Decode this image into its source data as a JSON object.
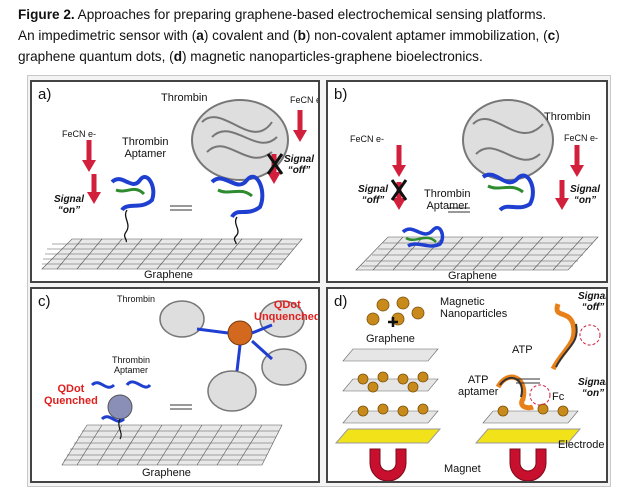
{
  "caption": {
    "bold_title": "Figure 2.",
    "line1_rest": " Approaches for preparing graphene-based electrochemical sensing platforms.",
    "line2_pre": "An impedimetric sensor with (",
    "a": "a",
    "line2_mid1": ") covalent and (",
    "b": "b",
    "line2_mid2": ") non-covalent aptamer immobilization, (",
    "c": "c",
    "line2_end": ")",
    "line3_pre": "graphene quantum dots, (",
    "d": "d",
    "line3_end": ") magnetic nanoparticles-graphene bioelectronics."
  },
  "panels": {
    "a": {
      "label": "a)",
      "thrombin": "Thrombin",
      "fecn_left": "FeCN e-",
      "fecn_right": "FeCN e-",
      "aptamer_line1": "Thrombin",
      "aptamer_line2": "Aptamer",
      "signal_on_1": "Signal",
      "signal_on_2": "“on”",
      "signal_off_1": "Signal",
      "signal_off_2": "“off”",
      "ground": "Graphene"
    },
    "b": {
      "label": "b)",
      "thrombin": "Thrombin",
      "fecn_left": "FeCN e-",
      "fecn_right": "FeCN e-",
      "aptamer_line1": "Thrombin",
      "aptamer_line2": "Aptamer",
      "signal_off_1": "Signal",
      "signal_off_2": "“off”",
      "signal_on_1": "Signal",
      "signal_on_2": "“on”",
      "ground": "Graphene"
    },
    "c": {
      "label": "c)",
      "thrombin_top": "Thrombin",
      "aptamer_line1": "Thrombin",
      "aptamer_line2": "Aptamer",
      "qdot_unq_1": "QDot",
      "qdot_unq_2": "Unquenched",
      "qdot_q_1": "QDot",
      "qdot_q_2": "Quenched",
      "ground": "Graphene"
    },
    "d": {
      "label": "d)",
      "magnetic_1": "Magnetic",
      "magnetic_2": "Nanoparticles",
      "graphene": "Graphene",
      "atp": "ATP",
      "atp_aptamer_1": "ATP",
      "atp_aptamer_2": "aptamer",
      "fc": "Fc",
      "signal_off_1": "Signal",
      "signal_off_2": "“off”",
      "signal_on_1": "Signal",
      "signal_on_2": "“on”",
      "electrode": "Electrode",
      "magnet": "Magnet"
    }
  },
  "colors": {
    "arrow": "#d21f3c",
    "aptamer": "#1f3fd0",
    "strand": "#2e8b2e",
    "gold": "#c98a1c",
    "electrode": "#f2e21a",
    "magnet": "#c8102e"
  }
}
